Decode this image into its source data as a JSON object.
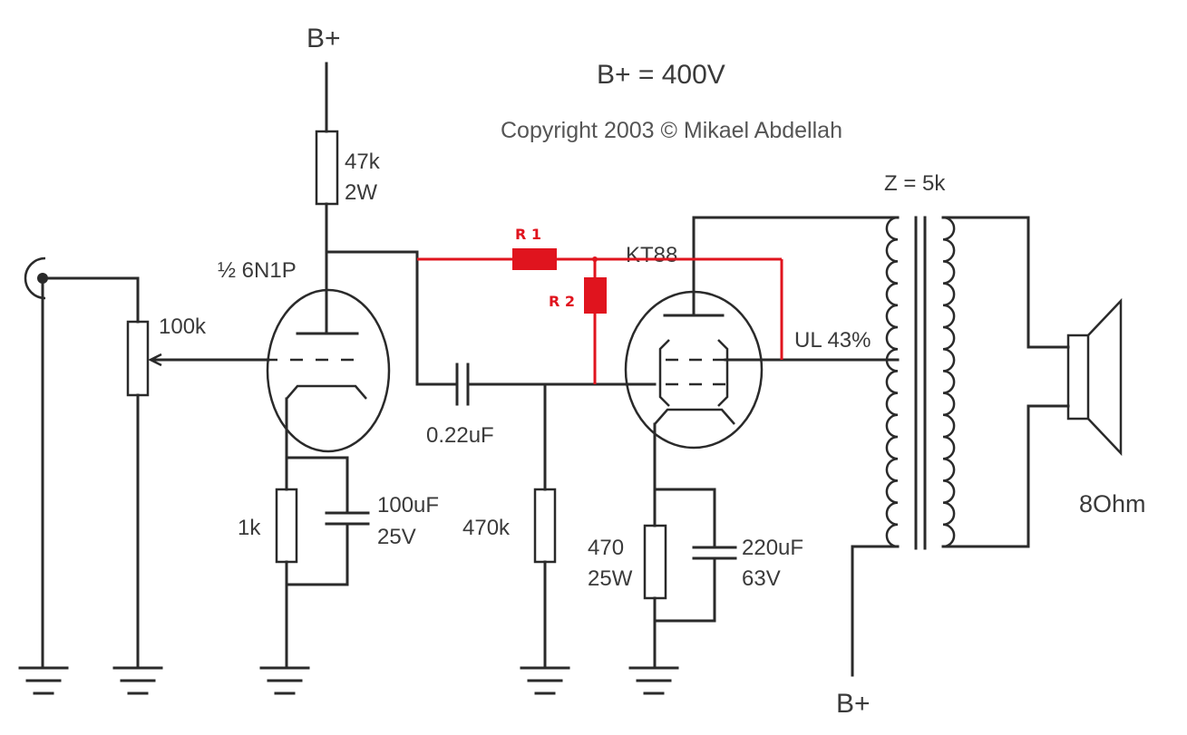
{
  "title": "B+ = 400V",
  "copyright": "Copyright 2003 © Mikael Abdellah",
  "supply_top": "B+",
  "supply_bottom": "B+",
  "components": {
    "r_plate": {
      "value": "47k",
      "rating": "2W"
    },
    "tube1": "½ 6N1P",
    "pot": "100k",
    "r_cathode1": "1k",
    "c_cathode1": {
      "value": "100uF",
      "rating": "25V"
    },
    "c_coupling": "0.22uF",
    "r_grid": "470k",
    "tube2": "KT88",
    "r_cathode2": {
      "value": "470",
      "rating": "25W"
    },
    "c_cathode2": {
      "value": "220uF",
      "rating": "63V"
    },
    "transformer": "Z = 5k",
    "ul_tap": "UL 43%",
    "speaker": "8Ohm"
  },
  "added_parts": {
    "r1": "R 1",
    "r2": "R 2",
    "color": "#e0141e"
  },
  "ink_color": "#2a2a2a"
}
